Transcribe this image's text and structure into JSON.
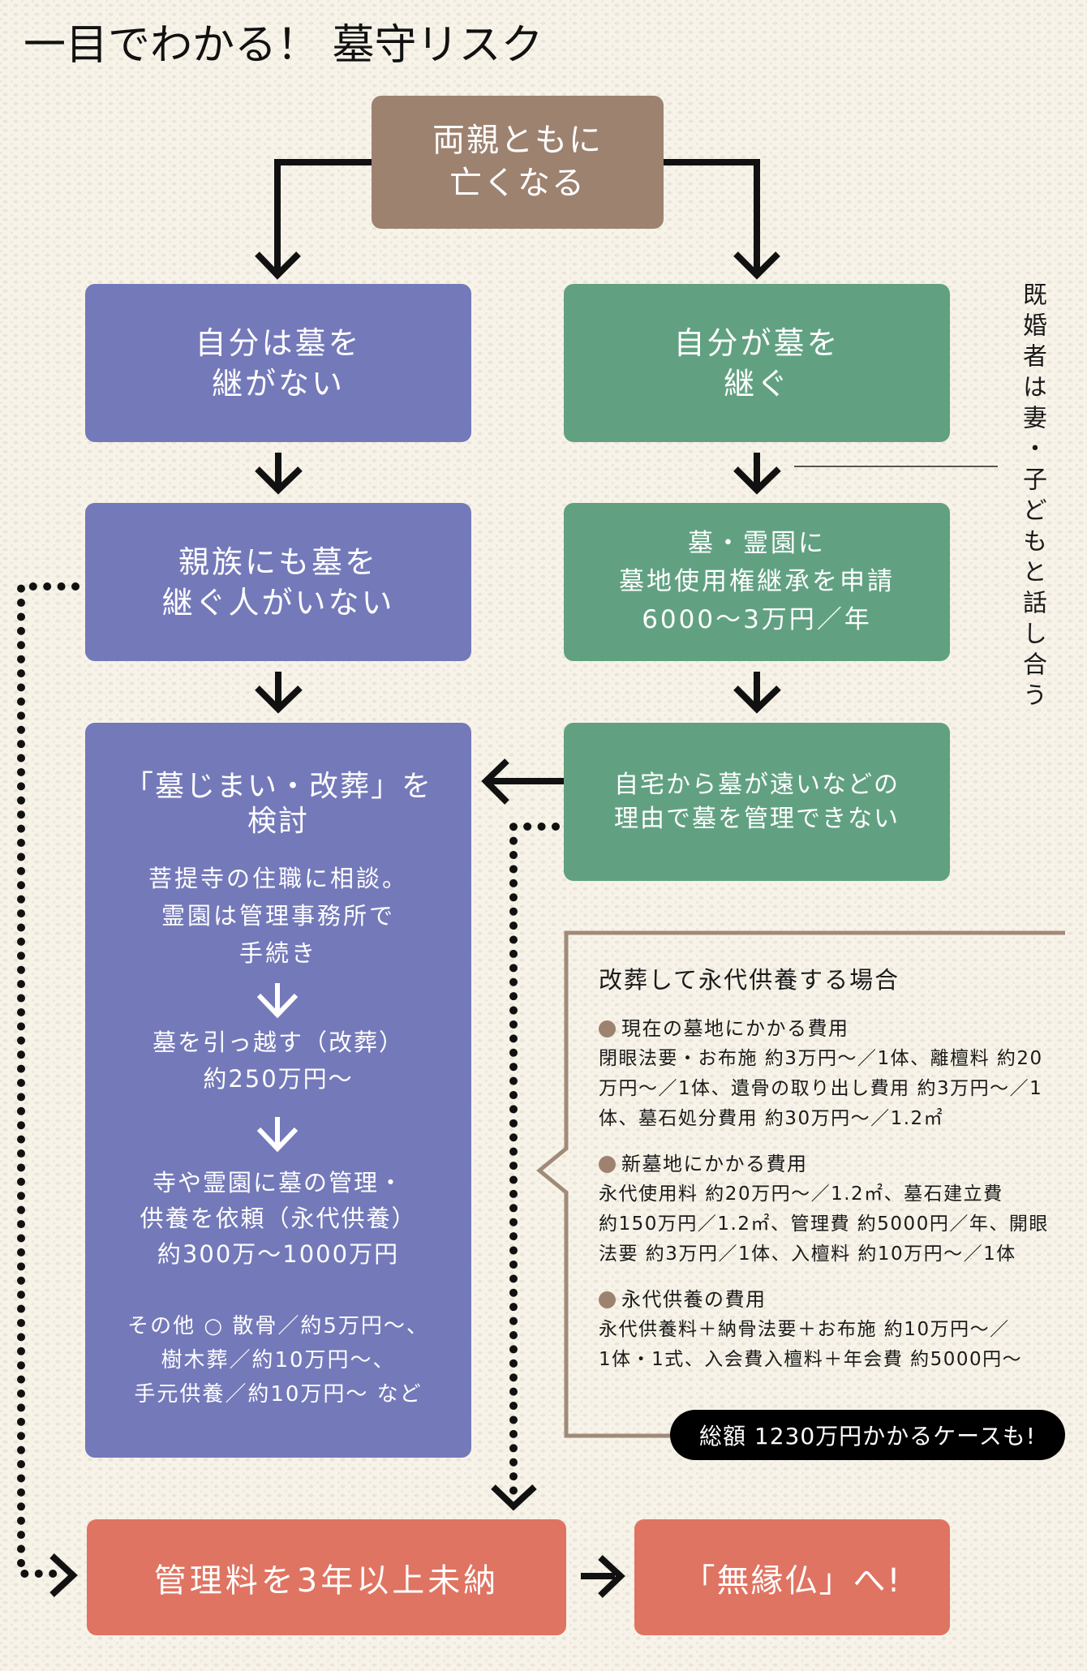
{
  "title": "一目でわかる！ 墓守リスク",
  "colors": {
    "background": "#f7f3e9",
    "start_box": "#9d8270",
    "not_inheriting": "#7479b9",
    "inheriting": "#61a182",
    "danger": "#df7462",
    "panel_frame": "#a08a78",
    "badge": "#000000",
    "ink": "#1a1a1a"
  },
  "flow": {
    "start": {
      "lines": [
        "両親ともに",
        "亡くなる"
      ]
    },
    "left": {
      "step1": {
        "lines": [
          "自分は墓を",
          "継がない"
        ]
      },
      "step2": {
        "lines": [
          "親族にも墓を",
          "継ぐ人がいない"
        ]
      },
      "step3": {
        "heading": [
          "「墓じまい・改葬」を",
          "検討"
        ],
        "consult": [
          "菩提寺の住職に相談。",
          "霊園は管理事務所で",
          "手続き"
        ],
        "relocate": [
          "墓を引っ越す（改葬）",
          "約250万円〜"
        ],
        "eternal": [
          "寺や霊園に墓の管理・",
          "供養を依頼（永代供養）",
          "約300万〜1000万円"
        ],
        "others": [
          "その他 ○ 散骨／約5万円〜、",
          "樹木葬／約10万円〜、",
          "手元供養／約10万円〜 など"
        ]
      }
    },
    "right": {
      "step1": {
        "lines": [
          "自分が墓を",
          "継ぐ"
        ]
      },
      "note": "既婚者は妻・子どもと話し合う",
      "step2": {
        "lines": [
          "墓・霊園に",
          "墓地使用権継承を申請",
          "6000〜3万円／年"
        ]
      },
      "step3": {
        "lines": [
          "自宅から墓が遠いなどの",
          "理由で墓を管理できない"
        ]
      }
    },
    "bottom": {
      "unpaid": "管理料を3年以上未納",
      "result": "「無縁仏」へ!"
    }
  },
  "cost_panel": {
    "title": "改葬して永代供養する場合",
    "sections": [
      {
        "heading": "現在の墓地にかかる費用",
        "lines": [
          "閉眼法要・お布施 約3万円〜／1体、離檀料 約20",
          "万円〜／1体、遺骨の取り出し費用 約3万円〜／1",
          "体、墓石処分費用 約30万円〜／1.2㎡"
        ]
      },
      {
        "heading": "新墓地にかかる費用",
        "lines": [
          "永代使用料 約20万円〜／1.2㎡、墓石建立費",
          "約150万円／1.2㎡、管理費 約5000円／年、開眼",
          "法要 約3万円／1体、入檀料 約10万円〜／1体"
        ]
      },
      {
        "heading": "永代供養の費用",
        "lines": [
          "永代供養料＋納骨法要＋お布施 約10万円〜／",
          "1体・1式、入会費入檀料＋年会費 約5000円〜"
        ]
      }
    ],
    "total_badge": "総額 1230万円かかるケースも!"
  }
}
